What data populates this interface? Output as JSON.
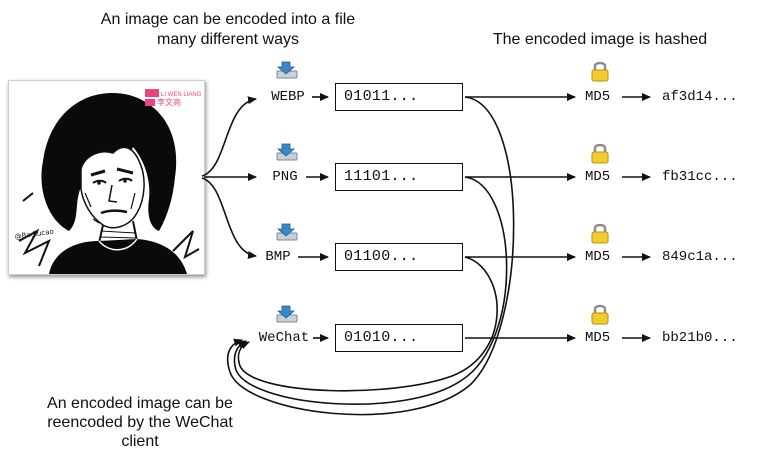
{
  "captions": {
    "encode": "An image can be encoded into a file many different ways",
    "hash": "The encoded image is hashed",
    "reencode": "An encoded image can be reencoded by the WeChat client"
  },
  "portrait": {
    "icon": "woman-portrait-drawing",
    "stamp_text": "李文亮",
    "stamp_text_latin": "LI WEN LIANG",
    "signature": "@Badiucao"
  },
  "rows": [
    {
      "format": "WEBP",
      "bits": "01011...",
      "hash_algo": "MD5",
      "hash": "af3d14..."
    },
    {
      "format": "PNG",
      "bits": "11101...",
      "hash_algo": "MD5",
      "hash": "fb31cc..."
    },
    {
      "format": "BMP",
      "bits": "01100...",
      "hash_algo": "MD5",
      "hash": "849c1a..."
    },
    {
      "format": "WeChat",
      "bits": "01010...",
      "hash_algo": "MD5",
      "hash": "bb21b0..."
    }
  ],
  "icons": {
    "format": "file-download-icon",
    "hash": "padlock-icon"
  },
  "colors": {
    "stamp": "#e8467c",
    "lock_body": "#f2cc2f",
    "download_arrow": "#3a86c9"
  }
}
